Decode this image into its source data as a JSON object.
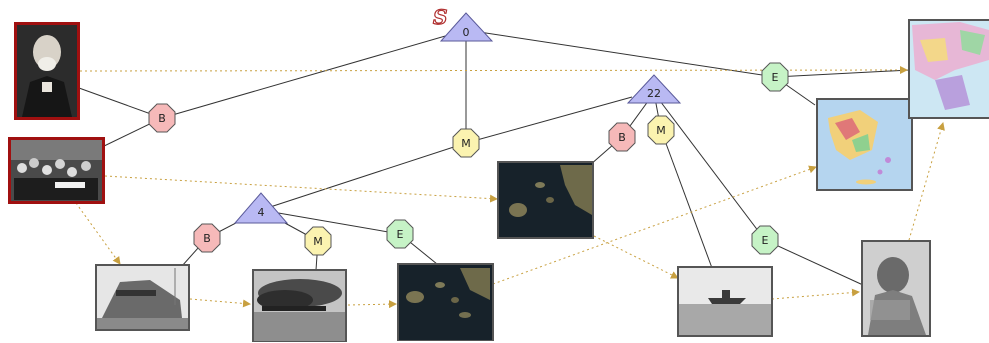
{
  "marker": {
    "label": "S"
  },
  "events": [
    {
      "id": "t0",
      "label": "0"
    },
    {
      "id": "t22",
      "label": "22"
    },
    {
      "id": "t4",
      "label": "4"
    }
  ],
  "relations": [
    {
      "id": "h_B1",
      "label": "B",
      "kind": "B"
    },
    {
      "id": "h_M1",
      "label": "M",
      "kind": "M"
    },
    {
      "id": "h_E1",
      "label": "E",
      "kind": "E"
    },
    {
      "id": "h_B2",
      "label": "B",
      "kind": "B"
    },
    {
      "id": "h_M2",
      "label": "M",
      "kind": "M"
    },
    {
      "id": "h_B3",
      "label": "B",
      "kind": "B"
    },
    {
      "id": "h_M3",
      "label": "M",
      "kind": "M"
    },
    {
      "id": "h_E2",
      "label": "E",
      "kind": "E"
    },
    {
      "id": "h_E3",
      "label": "E",
      "kind": "E"
    }
  ],
  "images": [
    {
      "id": "portrait",
      "kind": "portrait",
      "frame": "red"
    },
    {
      "id": "crowd",
      "kind": "crowd",
      "frame": "red"
    },
    {
      "id": "ship_launch",
      "kind": "ship",
      "frame": "gray"
    },
    {
      "id": "smoke_sea",
      "kind": "smoke",
      "frame": "gray"
    },
    {
      "id": "satellite_a",
      "kind": "satellite",
      "frame": "gray"
    },
    {
      "id": "satellite_b",
      "kind": "satellite",
      "frame": "gray"
    },
    {
      "id": "ship_sea",
      "kind": "seaship",
      "frame": "gray"
    },
    {
      "id": "map_greece",
      "kind": "map_islands",
      "frame": "gray"
    },
    {
      "id": "map_balkans",
      "kind": "map_balkans",
      "frame": "gray"
    },
    {
      "id": "woman_photo",
      "kind": "woman",
      "frame": "gray"
    }
  ],
  "colors": {
    "event_fill": "#b9b9f3",
    "event_stroke": "#5a5a9a",
    "B_fill": "#f6b9b9",
    "M_fill": "#fbf3b0",
    "E_fill": "#c6f3c6",
    "hex_stroke": "#555555",
    "edge": "#333333",
    "dotted_edge": "#c8a040",
    "frame_red": "#a01010",
    "frame_gray": "#555555"
  }
}
